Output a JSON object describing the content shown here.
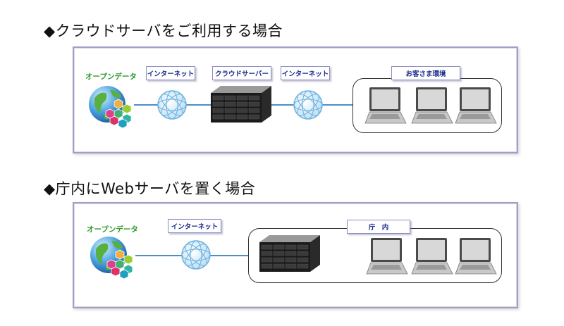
{
  "sections": [
    {
      "title": "◆クラウドサーバをご利用する場合",
      "open_data_label": "オープンデータ",
      "labels": [
        "インターネット",
        "クラウドサーバー",
        "インターネット"
      ],
      "client_group_label": "お客さま環境",
      "client_count": 3
    },
    {
      "title": "◆庁内にWebサーバを置く場合",
      "open_data_label": "オープンデータ",
      "labels": [
        "インターネット"
      ],
      "client_group_label": "庁　内",
      "client_count": 3
    }
  ],
  "colors": {
    "panel_border": "#9fa0c8",
    "label_text": "#1a2a8a",
    "open_data_text": "#2e9a2e",
    "connection_line": "#4a8fc8",
    "internal_line": "#d84040"
  },
  "icons": [
    "globe-icon",
    "internet-cloud-icon",
    "server-icon",
    "laptop-icon"
  ]
}
